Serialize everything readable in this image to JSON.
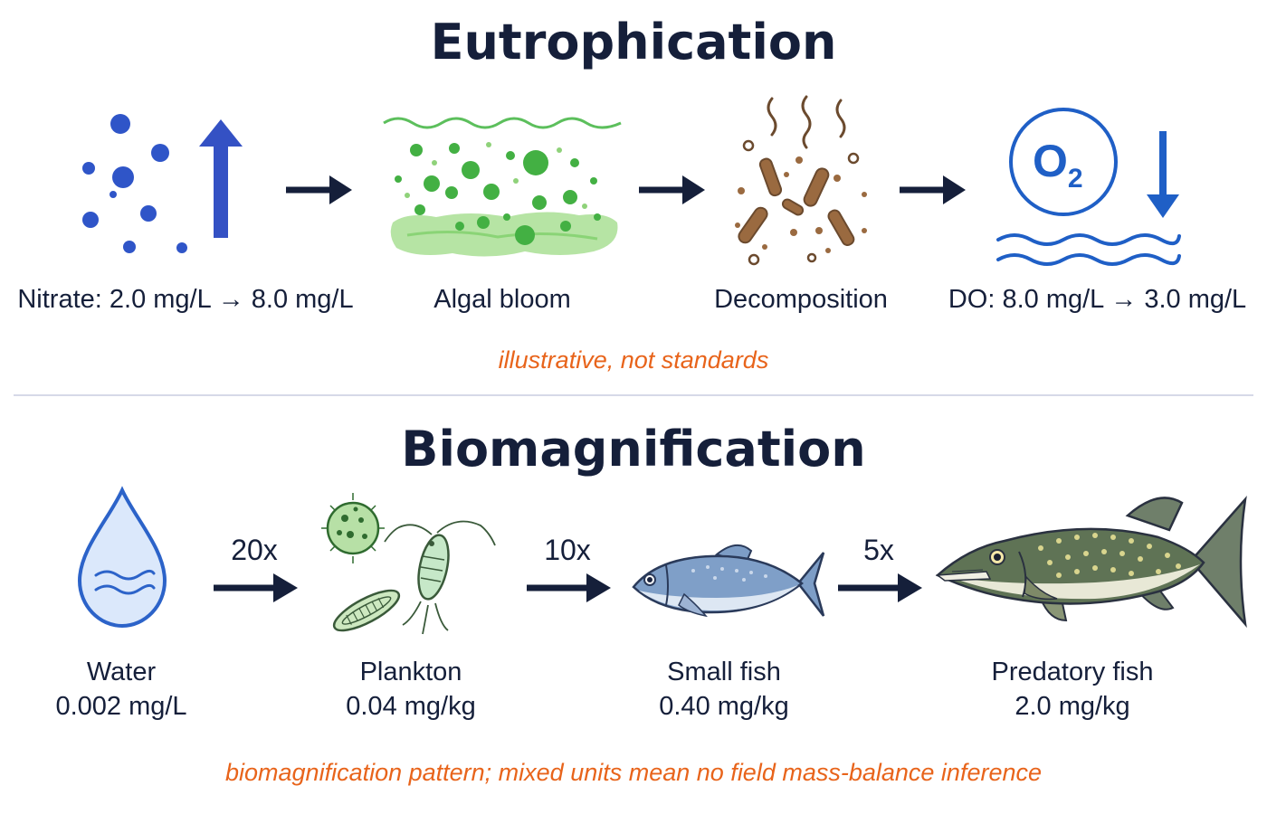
{
  "eutrophication": {
    "title": "Eutrophication",
    "steps": [
      {
        "label": "Nitrate: 2.0 mg/L → 8.0 mg/L",
        "icon": "nutrient-dots-rising-icon"
      },
      {
        "label": "Algal bloom",
        "icon": "algal-bloom-icon"
      },
      {
        "label": "Decomposition",
        "icon": "decomposition-bacteria-icon"
      },
      {
        "label": "DO: 8.0 mg/L → 3.0 mg/L",
        "icon": "oxygen-falling-icon"
      }
    ],
    "oxygen_symbol": "O",
    "oxygen_subscript": "2",
    "note": "illustrative, not standards"
  },
  "biomagnification": {
    "title": "Biomagnification",
    "levels": [
      {
        "name": "Water",
        "value": "0.002 mg/L",
        "icon": "water-drop-icon"
      },
      {
        "name": "Plankton",
        "value": "0.04 mg/kg",
        "icon": "plankton-icon"
      },
      {
        "name": "Small fish",
        "value": "0.40 mg/kg",
        "icon": "small-fish-icon"
      },
      {
        "name": "Predatory fish",
        "value": "2.0 mg/kg",
        "icon": "predatory-fish-icon"
      }
    ],
    "factors": [
      "20x",
      "10x",
      "5x"
    ],
    "note": "biomagnification pattern; mixed units mean no field mass-balance inference"
  },
  "colors": {
    "title": "#151f3a",
    "arrow": "#151f3a",
    "nutrient_blue": "#2f55c8",
    "algae_green": "#3fae3f",
    "decay_brown": "#8a5a36",
    "oxygen_blue": "#1f5fc6",
    "note_orange": "#e8641b",
    "divider": "#d6d9e8"
  }
}
